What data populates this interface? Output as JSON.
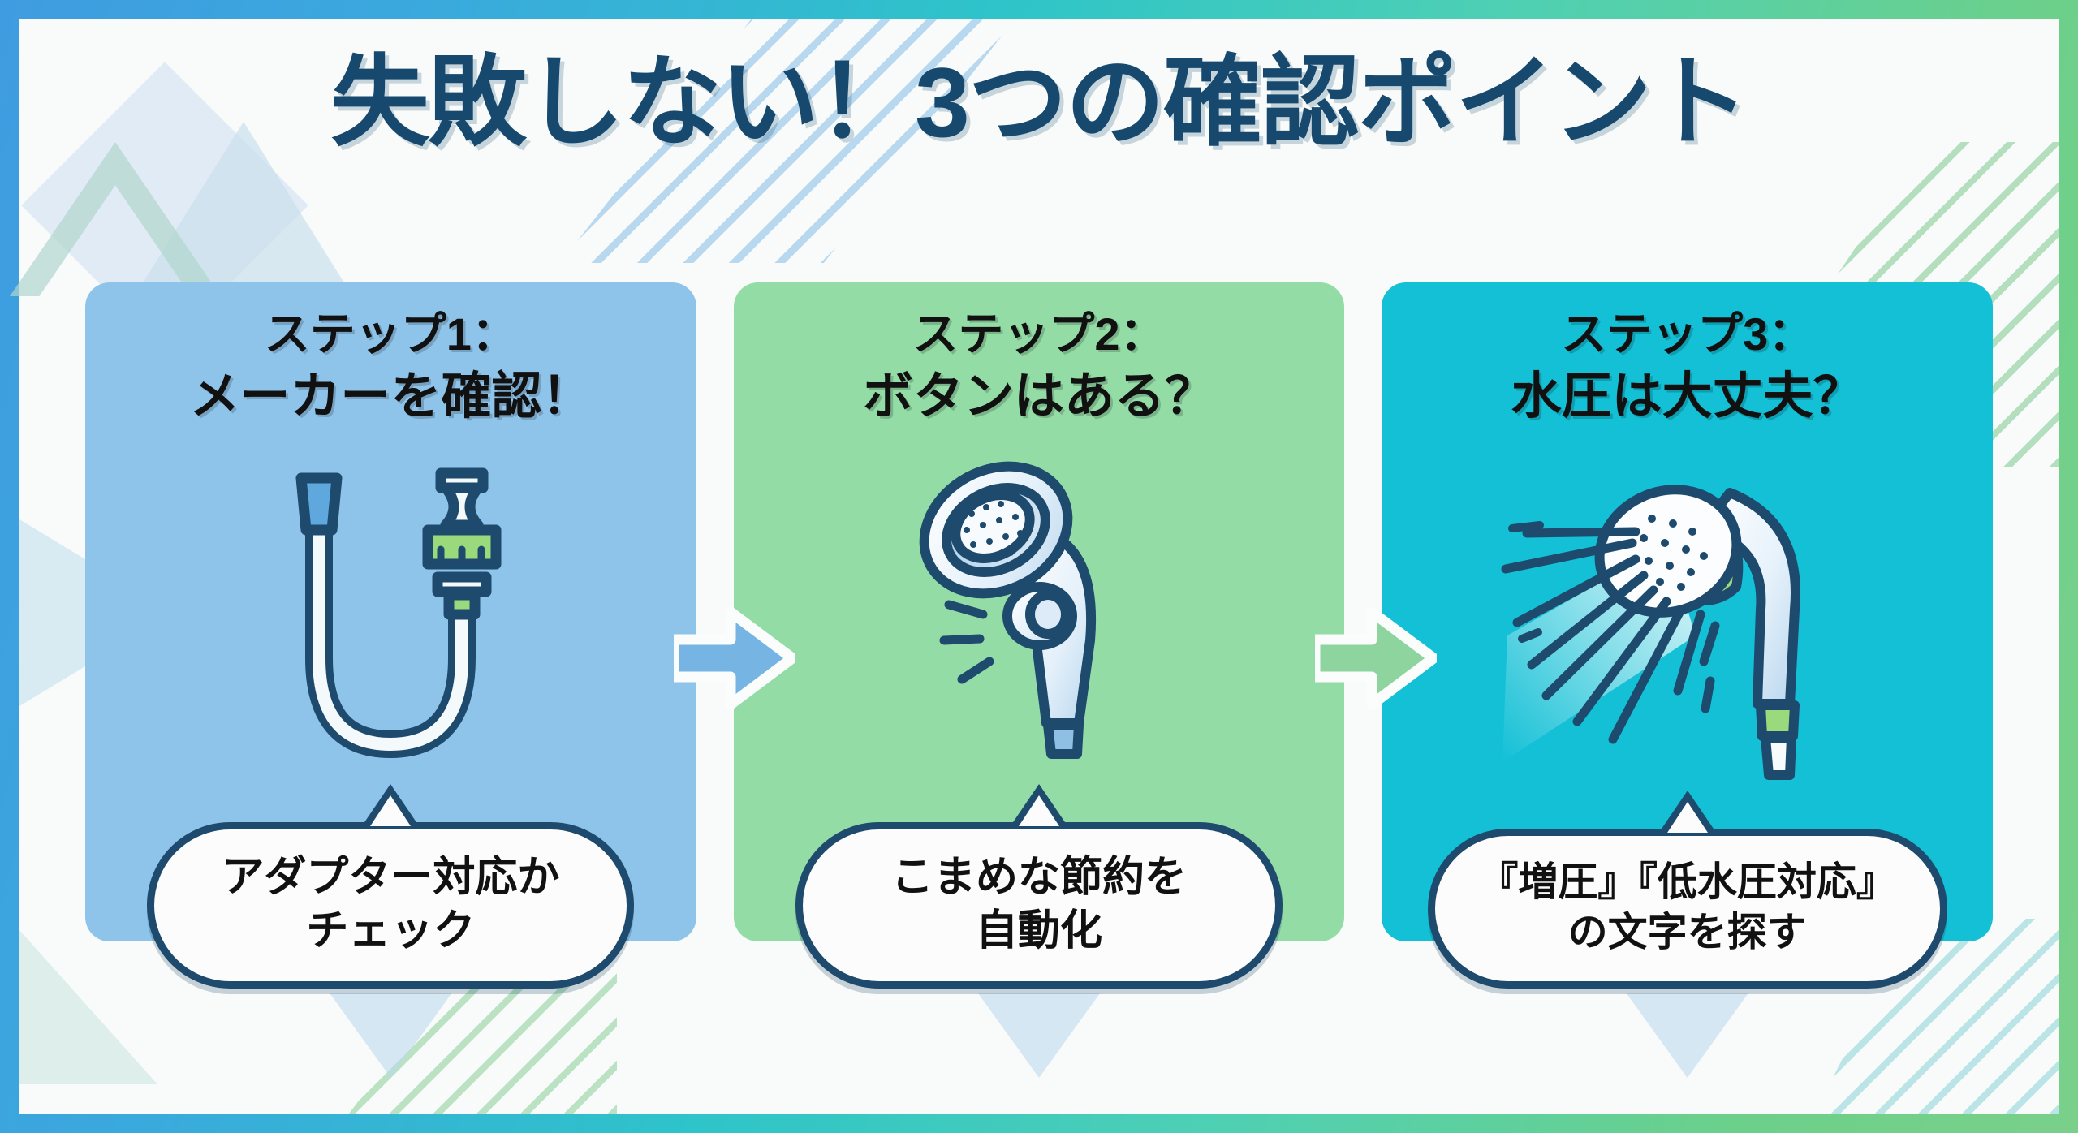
{
  "title": "失敗しない！3つの確認ポイント",
  "colors": {
    "title_navy": "#17496f",
    "card1_bg": "#8fc4ea",
    "card2_bg": "#93dca6",
    "card3_bg": "#13c0d6",
    "bubble_border": "#1d4a6d",
    "bubble_bg": "#fbfcfb",
    "outline_navy": "#1d4a6d",
    "accent_green": "#9ada7c",
    "arrow1_fill": "#76b4e3",
    "arrow2_fill": "#8ed49f",
    "frame_gradient_start": "#3f9ce0",
    "frame_gradient_end": "#7ad08a"
  },
  "cards": [
    {
      "step_label": "ステップ1：",
      "heading": "メーカーを確認！",
      "illustration": "shower-hose-adapter-icon",
      "bubble_line1": "アダプター対応か",
      "bubble_line2": "チェック"
    },
    {
      "step_label": "ステップ2：",
      "heading": "ボタンはある？",
      "illustration": "shower-head-stop-button-icon",
      "bubble_line1": "こまめな節約を",
      "bubble_line2": "自動化"
    },
    {
      "step_label": "ステップ3：",
      "heading": "水圧は大丈夫？",
      "illustration": "shower-head-spray-icon",
      "bubble_line1": "『増圧』『低水圧対応』",
      "bubble_line2": "の文字を探す"
    }
  ],
  "arrows": [
    {
      "name": "arrow-step1-to-step2",
      "direction": "right"
    },
    {
      "name": "arrow-step2-to-step3",
      "direction": "right"
    }
  ]
}
